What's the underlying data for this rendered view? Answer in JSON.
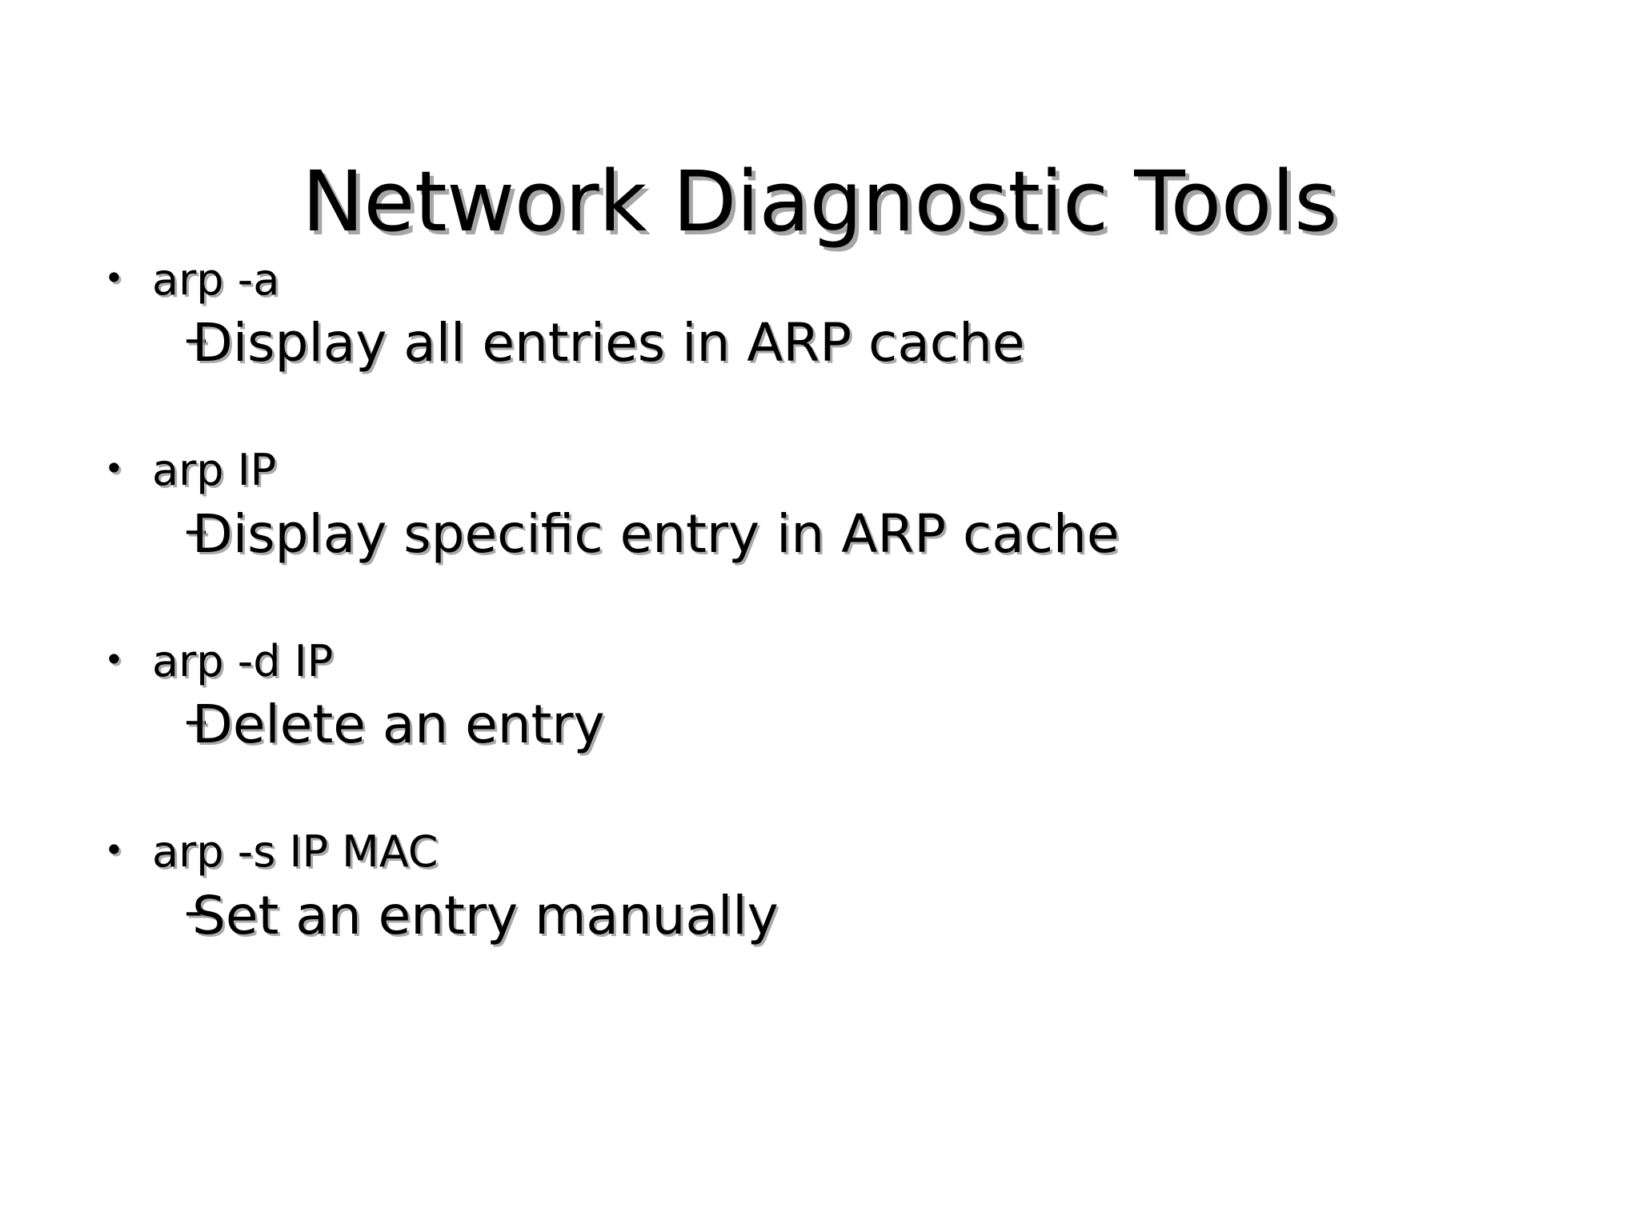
{
  "slide": {
    "title": "Network Diagnostic Tools",
    "background_color": "#ffffff",
    "text_color": "#000000",
    "shadow_color": "#969696",
    "bullet_marker": "•",
    "sub_bullet_marker": "–",
    "groups": [
      {
        "command": "arp -a",
        "sub_marker": "–",
        "marker": "•",
        "description": "Display all entries in ARP cache"
      },
      {
        "command": "arp IP",
        "sub_marker": "–",
        "marker": "•",
        "description": "Display specific entry in ARP cache"
      },
      {
        "command": "arp -d IP",
        "sub_marker": "–",
        "marker": "•",
        "description": "Delete an entry"
      },
      {
        "command": "arp -s IP MAC",
        "sub_marker": "–",
        "marker": "•",
        "description": "Set an entry manually"
      }
    ]
  }
}
